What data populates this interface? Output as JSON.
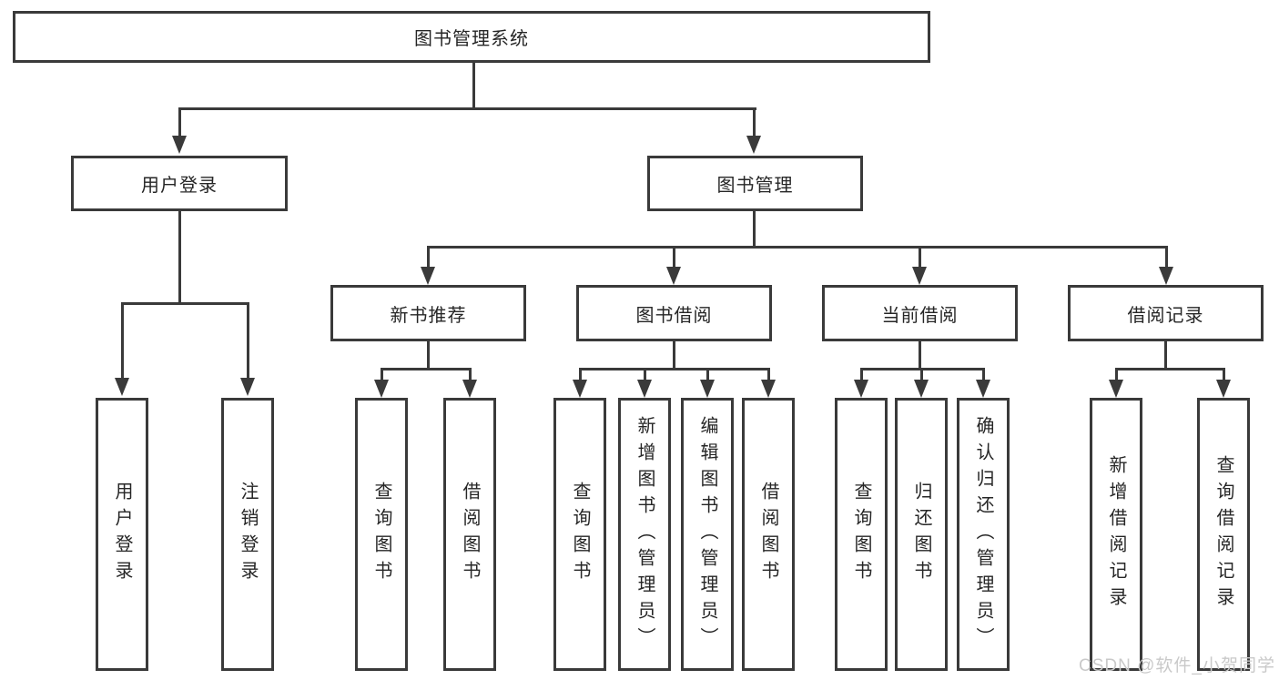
{
  "diagram_title": "图书管理系统",
  "watermark": "CSDN @软件_小贺同学",
  "colors": {
    "line": "#3a3a3a",
    "text": "#262626",
    "background": "#ffffff",
    "watermark": "#c9c9c9"
  },
  "tree": {
    "root": "图书管理系统",
    "children": [
      {
        "label": "用户登录",
        "leaves": [
          "用户登录",
          "注销登录"
        ]
      },
      {
        "label": "图书管理",
        "children": [
          {
            "label": "新书推荐",
            "leaves": [
              "查询图书",
              "借阅图书"
            ]
          },
          {
            "label": "图书借阅",
            "leaves": [
              "查询图书",
              "新增图书（管理员）",
              "编辑图书（管理员）",
              "借阅图书"
            ]
          },
          {
            "label": "当前借阅",
            "leaves": [
              "查询图书",
              "归还图书",
              "确认归还（管理员）"
            ]
          },
          {
            "label": "借阅记录",
            "leaves": [
              "新增借阅记录",
              "查询借阅记录"
            ]
          }
        ]
      }
    ]
  }
}
